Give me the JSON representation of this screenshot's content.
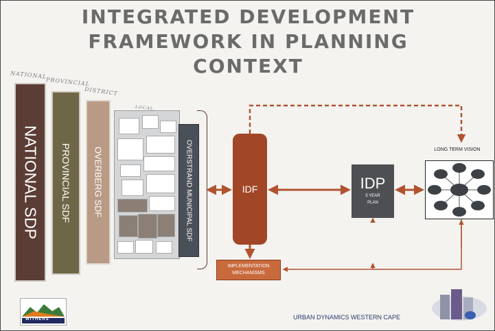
{
  "title_lines": [
    "INTEGRATED DEVELOPMENT",
    "FRAMEWORK IN PLANNING",
    "CONTEXT"
  ],
  "captions": {
    "national": "NATIONAL",
    "provincial": "PROVINCIAL",
    "district": "DISTRICT",
    "local": "LOCAL"
  },
  "columns": {
    "national": "NATIONAL SDP",
    "provincial": "PROVINCIAL   SDF",
    "overberg": "OVERBERG   SDF",
    "overstrand": "OVERSTRAND MUNICIPAL   SDF"
  },
  "idf_label": "IDF",
  "idp": {
    "label": "IDP",
    "sub_line1": "5 YEAR",
    "sub_line2": "PLAN"
  },
  "vision_label": "LONG TERM VISION",
  "implementation_label": "IMPLEMENTATION MECHANISMS",
  "logo_left_text": "WITHERS",
  "footer_text": "URBAN DYNAMICS WESTERN CAPE",
  "colors": {
    "national": "#5b3d35",
    "provincial": "#6e6646",
    "overberg": "#b89a85",
    "overstrand": "#4a5058",
    "idf": "#a14727",
    "idp": "#4d4f53",
    "arrow": "#b0532f"
  }
}
